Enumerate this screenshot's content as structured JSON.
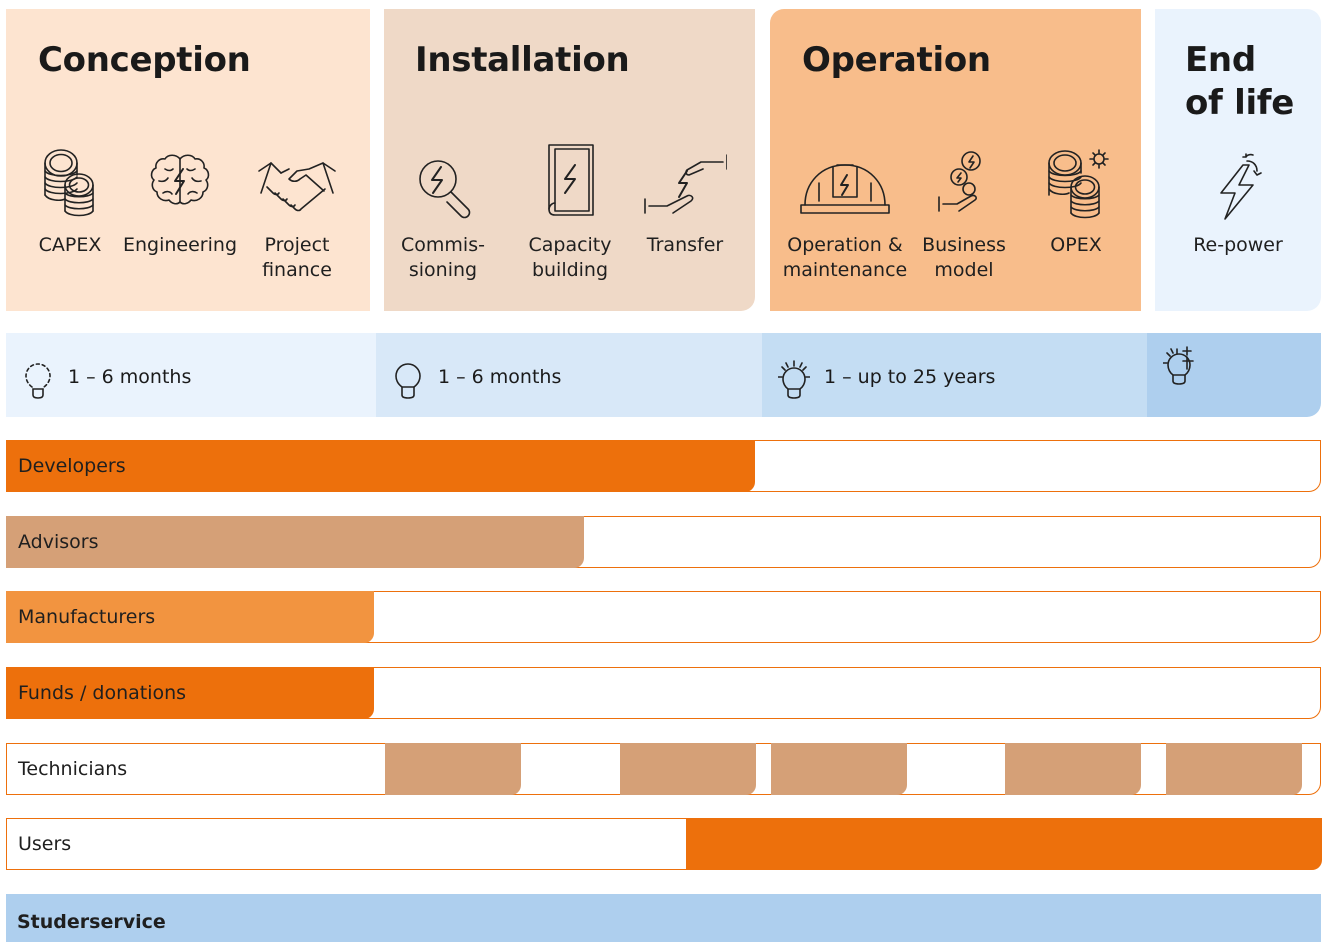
{
  "phases": [
    {
      "title": "Conception",
      "items": [
        "CAPEX",
        "Engineering",
        "Project\nfinance"
      ],
      "color": "#fde4d0"
    },
    {
      "title": "Installation",
      "items": [
        "Commis-\nsioning",
        "Capacity\nbuilding",
        "Transfer"
      ],
      "color": "#efd9c7"
    },
    {
      "title": "Operation",
      "items": [
        "Operation &\nmaintenance",
        "Business\nmodel",
        "OPEX"
      ],
      "color": "#f8bd8b"
    },
    {
      "title": "End\nof life",
      "items": [
        "Re-power"
      ],
      "color": "#eaf3fd"
    }
  ],
  "icons": [
    "coins-stack-icon",
    "brain-bolt-icon",
    "handshake-icon",
    "magnifier-bolt-icon",
    "book-bolt-icon",
    "hand-transfer-icon",
    "helmet-bolt-icon",
    "hand-coins-icon",
    "coins-gear-icon",
    "bolt-refresh-icon"
  ],
  "durations": [
    {
      "text": "1 – 6 months",
      "icon": "bulb-dashed-icon"
    },
    {
      "text": "1 – 6 months",
      "icon": "bulb-icon"
    },
    {
      "text": "1 – up to 25 years",
      "icon": "bulb-glowing-icon"
    },
    {
      "text": "",
      "icon": "bulb-spark-icon"
    }
  ],
  "stakeholders": [
    {
      "label": "Developers",
      "fill_fraction": 0.57,
      "color": "#ed700c"
    },
    {
      "label": "Advisors",
      "fill_fraction": 0.44,
      "color": "#d5a077"
    },
    {
      "label": "Manufacturers",
      "fill_fraction": 0.28,
      "color": "#f29440"
    },
    {
      "label": "Funds / donations",
      "fill_fraction": 0.28,
      "color": "#ed700c"
    },
    {
      "label": "Technicians",
      "color": "#d5a077"
    },
    {
      "label": "Users",
      "color": "#ed700c"
    },
    {
      "label": "Studerservice",
      "color": "#aecfee"
    }
  ]
}
